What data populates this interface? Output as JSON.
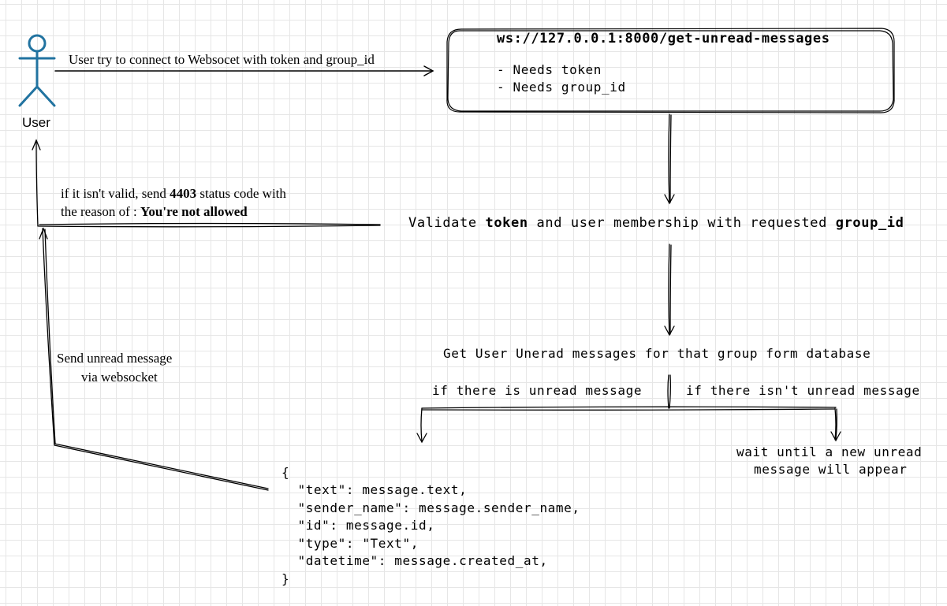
{
  "actor": {
    "label": "User"
  },
  "endpoint": {
    "url": "ws://127.0.0.1:8000/get-unread-messages",
    "requirements": [
      "- Needs token",
      "- Needs group_id"
    ]
  },
  "connect_label": "User try to connect to Websocet with token and group_id",
  "validate": {
    "prefix": "Validate ",
    "token": "token",
    "middle": " and user membership with requested ",
    "group_id": "group_id"
  },
  "invalid": {
    "line1_prefix": "if it isn't valid, send ",
    "code": "4403",
    "line1_suffix": " status code with",
    "line2_prefix": "the reason of : ",
    "reason": "You're not allowed"
  },
  "get_unread": "Get User Unerad messages for that group form database",
  "branch_yes": "if there is unread message",
  "branch_no": "if there isn't unread message",
  "wait": {
    "line1": "wait until a new unread",
    "line2": "message will appear"
  },
  "send": {
    "line1": "Send unread message",
    "line2": "via websocket"
  },
  "payload": [
    "{",
    "  \"text\": message.text,",
    "  \"sender_name\": message.sender_name,",
    "  \"id\": message.id,",
    "  \"type\": \"Text\",",
    "  \"datetime\": message.created_at,",
    "}"
  ],
  "colors": {
    "actor": "#2173a0",
    "stroke": "#000000",
    "grid": "#e6e6e6"
  }
}
